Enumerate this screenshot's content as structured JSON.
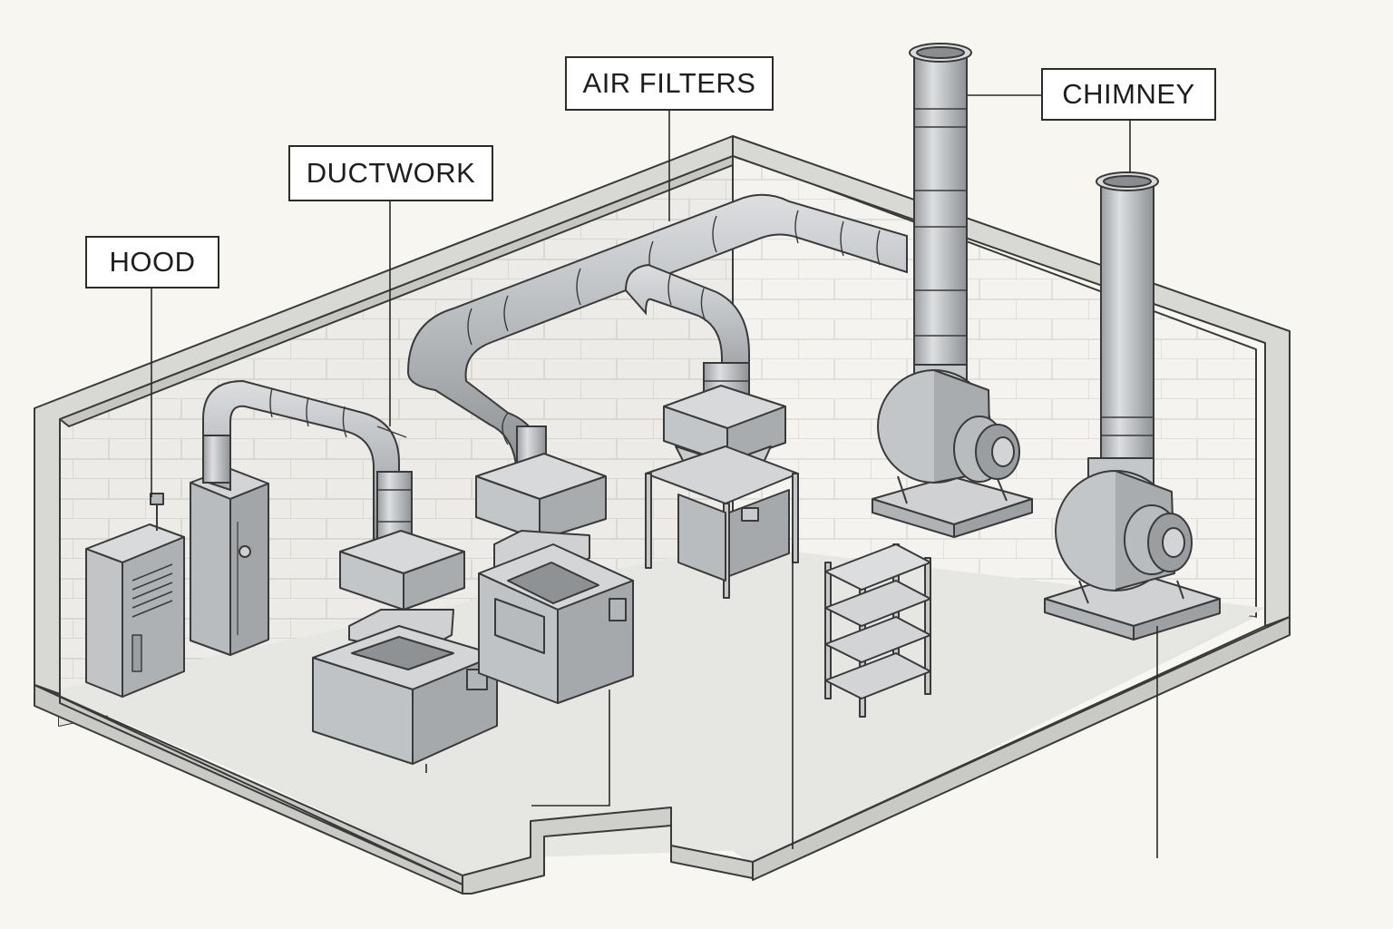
{
  "labels": {
    "hood": "HOOD",
    "ductwork": "DUCTWORK",
    "air_filters": "AIR FILTERS",
    "chimney": "CHIMNEY"
  },
  "colors": {
    "background": "#f7f6f1",
    "outline": "#3a3a3a",
    "metal": "#b9bcbf",
    "metal_dark": "#8e9194",
    "floor": "#e4e4e2",
    "wall": "#f1f1ee"
  }
}
